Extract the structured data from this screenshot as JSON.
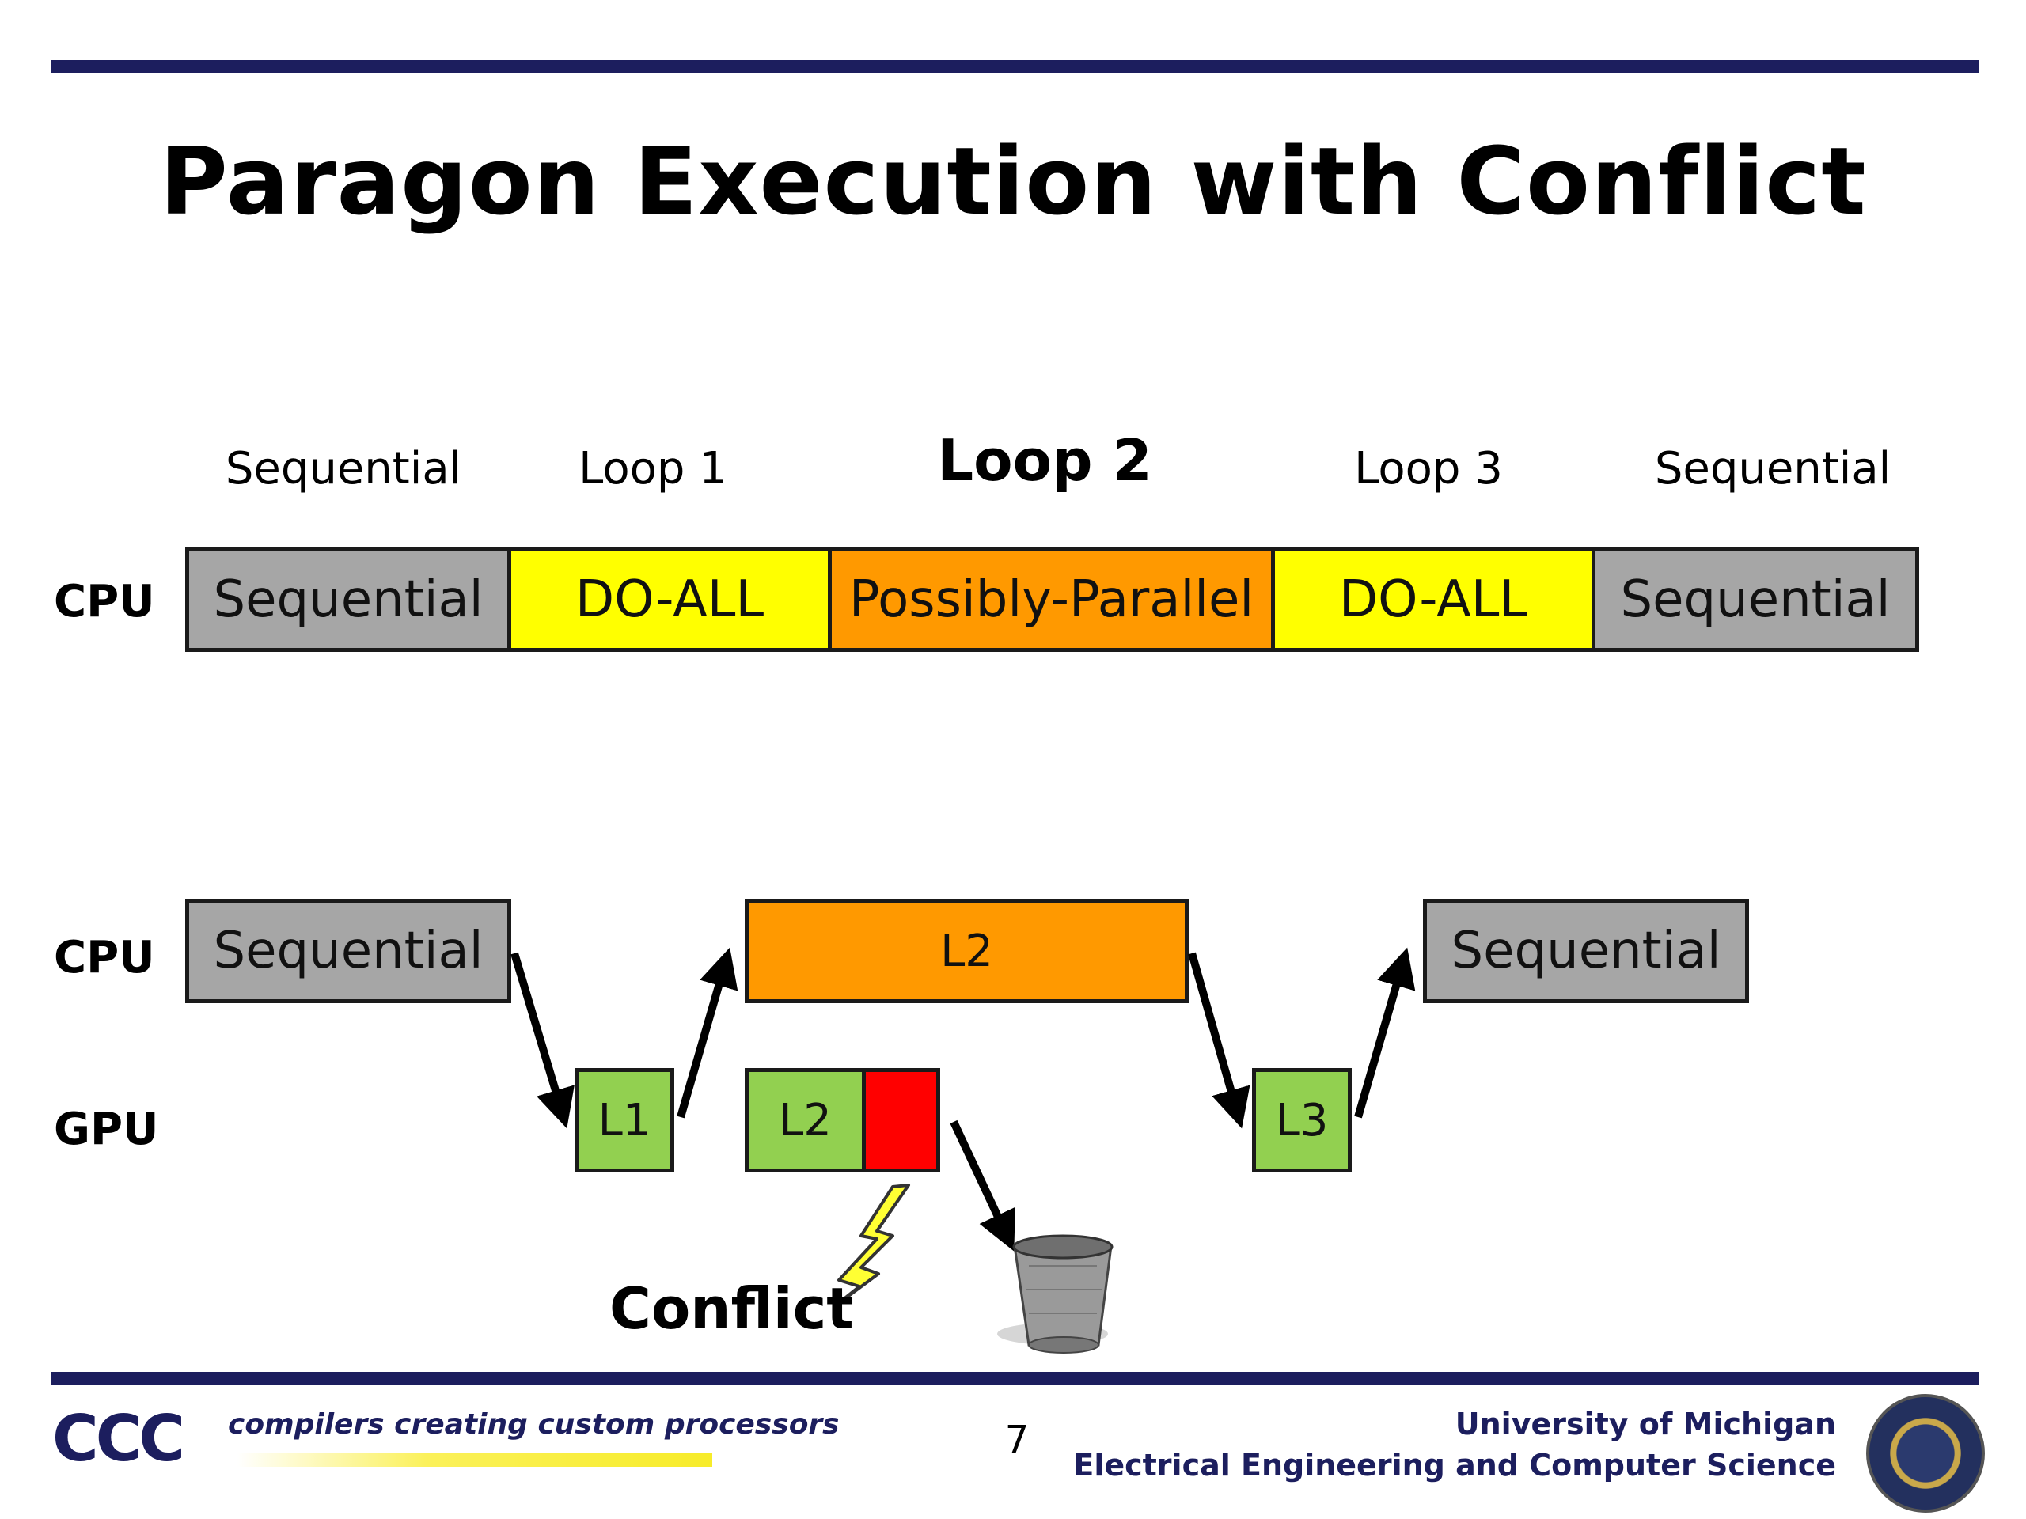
{
  "slide": {
    "title": "Paragon Execution with Conflict",
    "page_number": "7"
  },
  "column_headers": [
    "Sequential",
    "Loop 1",
    "Loop 2",
    "Loop 3",
    "Sequential"
  ],
  "top_row": {
    "label": "CPU",
    "segments": [
      {
        "text": "Sequential",
        "color": "#a6a6a6"
      },
      {
        "text": "DO-ALL",
        "color": "#ffff00"
      },
      {
        "text": "Possibly-Parallel",
        "color": "#ff9900"
      },
      {
        "text": "DO-ALL",
        "color": "#ffff00"
      },
      {
        "text": "Sequential",
        "color": "#a6a6a6"
      }
    ]
  },
  "bottom": {
    "cpu_label": "CPU",
    "gpu_label": "GPU",
    "cpu_boxes": [
      "Sequential",
      "L2",
      "Sequential"
    ],
    "gpu_boxes": [
      "L1",
      "L2",
      "L3"
    ],
    "conflict_label": "Conflict"
  },
  "icons": [
    "lightning-bolt-icon",
    "trash-can-icon"
  ],
  "footer": {
    "logo_text": "CCC",
    "tagline": "compilers creating custom processors",
    "university": "University of Michigan",
    "department": "Electrical Engineering and Computer Science",
    "accent_color": "#1c1e5e"
  }
}
